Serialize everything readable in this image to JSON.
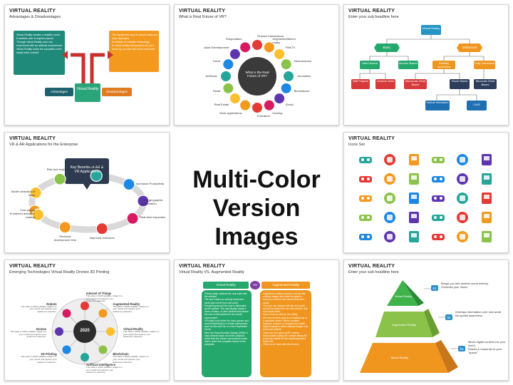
{
  "center": {
    "line1": "Multi-Color",
    "line2": "Version Images"
  },
  "slides": [
    {
      "title": "VIRTUAL REALITY",
      "subtitle": "Advantages & Disadvantages",
      "center_label": "Virtual Reality",
      "left_label": "Advantages",
      "right_label": "Disadvantages",
      "left_text": [
        "Virtual Reality creates a realistic world.",
        "It enables user to explore places.",
        "Through virtual Reality user can experiment with an artificial environment.",
        "Virtual Reality make the education more easily hand comfort."
      ],
      "right_text": [
        "The equipment used in virtual reality are very expensive.",
        "It consists of complex technology.",
        "In virtual reality environment we can't move by our own like in the real world."
      ]
    },
    {
      "title": "VIRTUAL REALITY",
      "subtitle": "What is Real Future of VR?",
      "center_label": "What is the Real Future of VR?",
      "items": [
        "Finance transactions",
        "Augmented/Mixed reality",
        "Film/TV",
        "Neuroscience",
        "Journalism",
        "Biomedicine",
        "Social",
        "Gaming",
        "Education",
        "Work applications",
        "Real Estate",
        "Retail",
        "Art/Music",
        "Travel",
        "Adult Entertainment",
        "Teleportation"
      ]
    },
    {
      "title": "VIRTUAL REALITY",
      "subtitle": "Enter your sub headline here",
      "root": "Virtual Reality",
      "level1": [
        "Basic",
        "Enhanced"
      ],
      "level2": [
        "Hand Based",
        "Monitor Based",
        "Partially Immersive",
        "Fully Immersive"
      ],
      "level3": [
        "Wall Projects",
        "Immerse Desk",
        "Monocular Head Based",
        "Room Based",
        "Binocular Head Based"
      ],
      "level4": [
        "Vehicle Simulation",
        "CAVE"
      ]
    },
    {
      "title": "VIRTUAL REALITY",
      "subtitle": "VR & AR Applications for the Enterprise",
      "center_label": "Key Benefits of AR & VR Applications",
      "items": [
        "Cost saving",
        "Earlier detection of flaws",
        "Risk-free exploration",
        "Streamlined work processes",
        "Increased Productivity",
        "Cross-geographic collaboration",
        "Real-time inspection",
        "Improved outcomes",
        "Reduced development time",
        "Enhanced decision-making"
      ]
    },
    {
      "title": "VIRTUAL REALITY",
      "subtitle": "Icons Set"
    },
    {
      "title": "VIRTUAL REALITY",
      "subtitle": "Emerging Technologies Virtual Reality Drones 3D Printing",
      "center_label": "2020",
      "items": [
        "Internet of Things",
        "Augmented Reality",
        "Virtual Reality",
        "Blockchain",
        "Artificial Intelligence",
        "3D Printing",
        "Drones",
        "Robots"
      ],
      "filler": "This slide is 100% editable. Adapt it to your needs and capture your audience's attention."
    },
    {
      "title": "VIRTUAL REALITY",
      "subtitle": "Virtual Reality VS. Augmented Reality",
      "left_label": "Virtual Reality",
      "vs_label": "VS",
      "right_label": "Augmented Reality",
      "left_text": [
        "Virtual reality replaces the real world with the artificial.",
        "The user enters an entirely immersive world and cut off from real world.",
        "Everything around the user is fabricated by the system. The only display inside a room, houses, or other devices that allows the user to feel present in the virtual environment.",
        "VR might work better for video games and social networking in a virtual environment, such as Second Life, or even PlayStation Home.",
        "Here the Head Mounted Display (HMD) & input devices block out all the physical world from the viewer and present a view that is under the complete control of the computer."
      ],
      "right_text": [
        "Augmented reality enhances real life with artificial images and adds the graphic, sounds & smell to the natural world as it exists.",
        "The user can interact with the real world, and at the same time can see both the real and virtual world.",
        "User is not cut off from the reality.",
        "AR uses devices such as a Smartphone or a wearable device. Which contains software, sensors, a compass and small digital projectors which display images onto real world objects.",
        "There are four types of AR: marker-less/Location based AR, marker-based AR, projection based AR and superimposition based AR.",
        "They can be used with the devices."
      ]
    },
    {
      "title": "VIRTUAL REALITY",
      "subtitle": "Enter your sub headline here",
      "levels": [
        "Virtual Reality",
        "Augmented Reality",
        "Mixed Reality"
      ],
      "numbers": [
        "01",
        "02",
        "03"
      ],
      "notes": [
        [
          "Brings you into another world entirely.",
          "Occludes your Vision"
        ],
        [
          "Overlays information over real world",
          "No spatial awareness"
        ],
        [
          "Mixes digital content into your world",
          "Reacts & responds to your \"space\""
        ]
      ]
    }
  ]
}
